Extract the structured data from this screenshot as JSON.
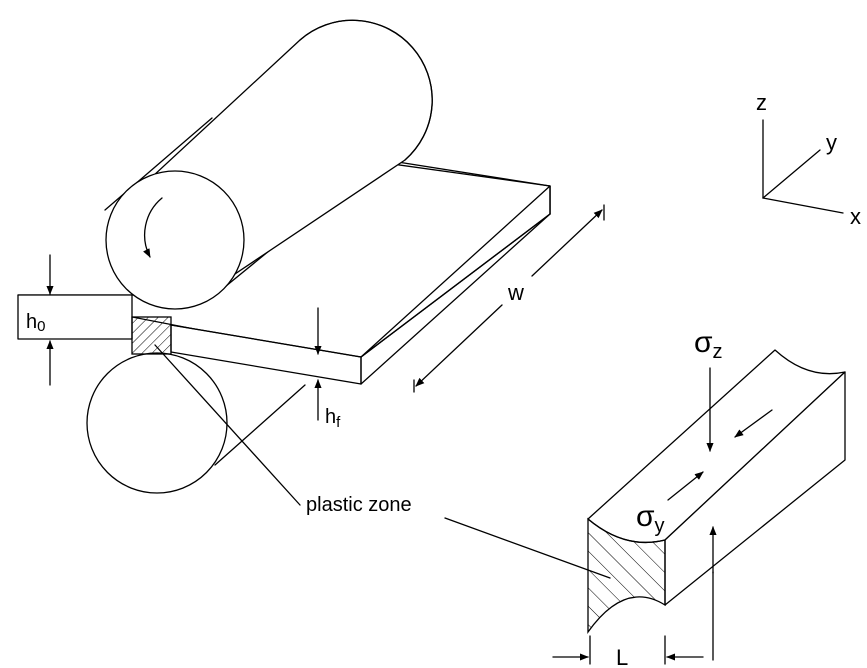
{
  "labels": {
    "axis_z": "z",
    "axis_y": "y",
    "axis_x": "x",
    "h0": "h",
    "h0_sub": "0",
    "hf": "h",
    "hf_sub": "f",
    "w": "w",
    "plastic_zone": "plastic zone",
    "sigma_z": "σ",
    "sigma_z_sub": "z",
    "sigma_y": "σ",
    "sigma_y_sub": "y",
    "L": "L"
  }
}
